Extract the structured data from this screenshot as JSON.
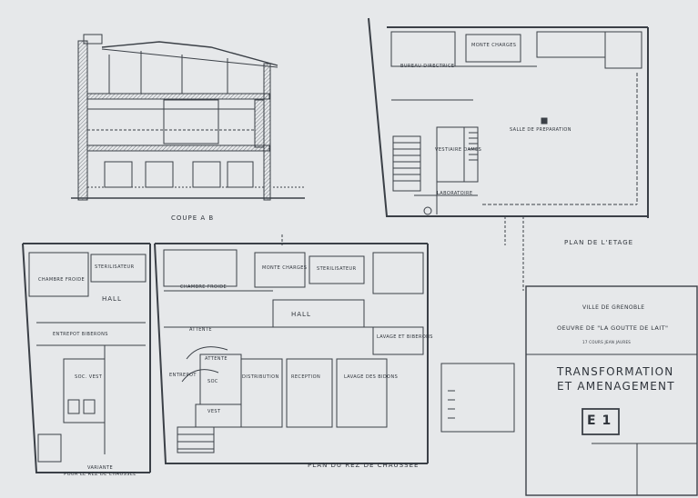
{
  "colors": {
    "paper": "#e6e8ea",
    "ink": "#3b4047"
  },
  "section_title": "COUPE A B",
  "upper_plan_title": "PLAN DE L'ETAGE",
  "ground_plan_title": "PLAN DU REZ DE CHAUSSEE",
  "variant_title": "VARIANTE\nPOUR LE REZ DE CHAUSSEE",
  "title_block": {
    "city": "VILLE DE GRENOBLE",
    "work": "OEUVRE DE \"LA GOUTTE DE LAIT\"",
    "address": "17 COURS JEAN JAURES",
    "title_line1": "TRANSFORMATION",
    "title_line2": "ET AMENAGEMENT",
    "sheet_code": "E 1"
  },
  "upper_rooms": {
    "bureau_directrice": "BUREAU DIRECTRICE",
    "salle_preparation": "SALLE DE PREPARATION",
    "monte_charges": "MONTE CHARGES",
    "vestiaire": "VESTIAIRE DAMES",
    "laboratoire": "LABORATOIRE"
  },
  "ground_rooms": {
    "chambre_froide": "CHAMBRE FROIDE",
    "monte_charges": "MONTE CHARGES",
    "sterilisateur": "STERILISATEUR",
    "hall": "HALL",
    "hall2": "HALL",
    "attente": "ATTENTE",
    "attente2": "ATTENTE",
    "distribution": "DISTRIBUTION",
    "reception": "RECEPTION",
    "lavage": "LAVAGE DES BIDONS",
    "biberons": "LAVAGE ET BIBERONS",
    "entrepot": "ENTREPOT",
    "soc": "SOC",
    "vest": "VEST",
    "chambre_froide_v": "CHAMBRE FROIDE",
    "entrepot_v": "ENTREPOT BIBERONS",
    "soc_v": "SOC. VEST"
  }
}
